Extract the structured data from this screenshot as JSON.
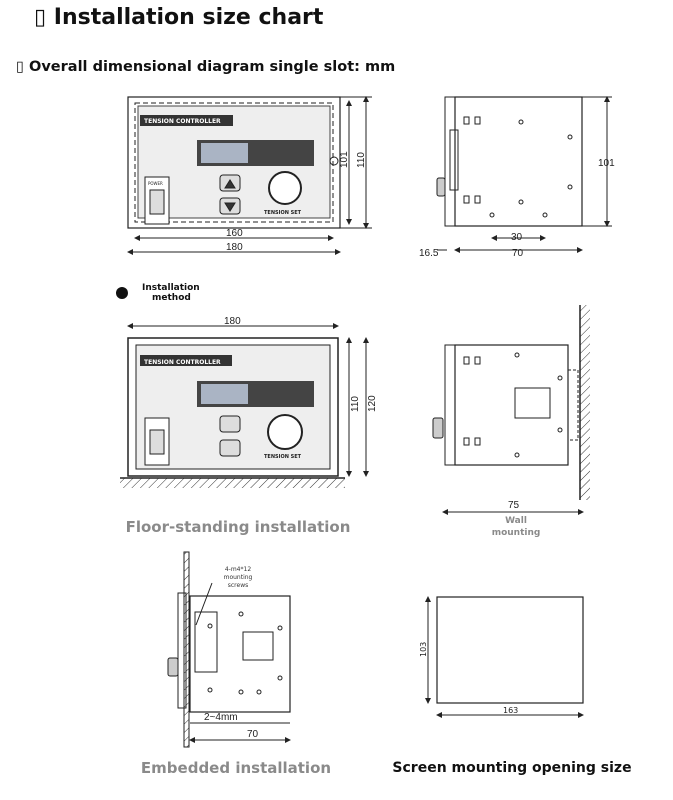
{
  "header": {
    "title": "▯ Installation size chart",
    "subtitle": "▯ Overall dimensional diagram single slot: mm"
  },
  "front_view": {
    "panel_title": "TENSION CONTROLLER",
    "knob_label": "TENSION SET",
    "power_label": "POWER",
    "dims": {
      "inner_width": "160",
      "outer_width": "180",
      "inner_height": "101",
      "outer_height": "110"
    }
  },
  "side_view": {
    "dims": {
      "height": "101",
      "hole_spacing": "30",
      "depth": "70",
      "bracket": "16.5"
    }
  },
  "installation_method": {
    "label_line1": "Installation",
    "label_line2": "method",
    "icon": "black-ball-icon"
  },
  "floor_standing": {
    "panel_title": "TENSION CONTROLLER",
    "knob_label": "TENSION SET",
    "dims": {
      "width": "180",
      "inner_height": "110",
      "outer_height": "120"
    },
    "caption": "Floor-standing installation"
  },
  "wall_mounting": {
    "dims": {
      "depth": "75"
    },
    "caption_line1": "Wall",
    "caption_line2": "mounting"
  },
  "embedded": {
    "note_line1": "4-m4*12",
    "note_line2": "mounting",
    "note_line3": "screws",
    "dims": {
      "gap": "2~4mm",
      "depth": "70"
    },
    "caption": "Embedded installation"
  },
  "screen_opening": {
    "dims": {
      "height": "103",
      "width": "163"
    },
    "caption": "Screen mounting opening size"
  },
  "colors": {
    "line": "#222222",
    "panel": "#eeeeee",
    "caption_gray": "#8a8a8a"
  }
}
